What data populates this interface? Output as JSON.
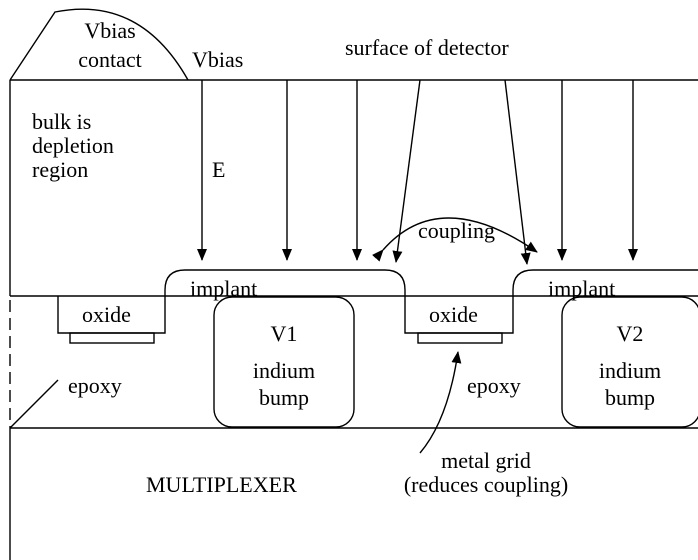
{
  "labels": {
    "vbias_contact_line1": "Vbias",
    "vbias_contact_line2": "contact",
    "vbias": "Vbias",
    "surface": "surface of detector",
    "bulk_line1": "bulk is",
    "bulk_line2": "depletion",
    "bulk_line3": "region",
    "field": "E",
    "coupling": "coupling",
    "implant_left": "implant",
    "implant_right": "implant",
    "oxide_left": "oxide",
    "oxide_right": "oxide",
    "v1": "V1",
    "v2": "V2",
    "indium1_line1": "indium",
    "indium1_line2": "bump",
    "indium2_line1": "indium",
    "indium2_line2": "bump",
    "epoxy_left": "epoxy",
    "epoxy_right": "epoxy",
    "metal_grid_line1": "metal grid",
    "metal_grid_line2": "(reduces coupling)",
    "multiplexer": "MULTIPLEXER"
  },
  "colors": {
    "stroke": "#000000",
    "background": "#ffffff"
  }
}
